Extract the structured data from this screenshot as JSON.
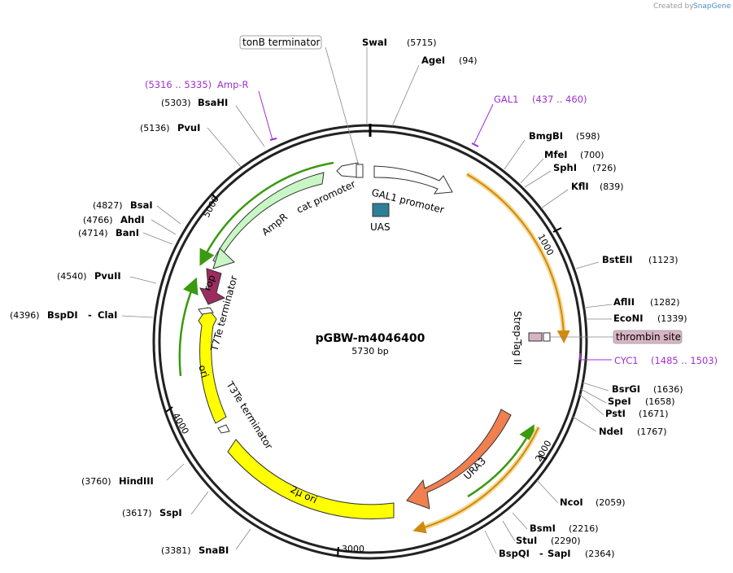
{
  "watermark": {
    "created_by": "Created by",
    "brand": "SnapGene"
  },
  "plasmid": {
    "name": "pGBW-m4046400",
    "size": "5730 bp",
    "length": 5730
  },
  "ticks": [
    "1000",
    "2000",
    "3000",
    "4000",
    "5000"
  ],
  "enzymes": [
    {
      "name": "SwaI",
      "pos": "(5715)"
    },
    {
      "name": "AgeI",
      "pos": "(94)"
    },
    {
      "name": "BmgBI",
      "pos": "(598)"
    },
    {
      "name": "MfeI",
      "pos": "(700)"
    },
    {
      "name": "SphI",
      "pos": "(726)"
    },
    {
      "name": "KflI",
      "pos": "(839)"
    },
    {
      "name": "BstEII",
      "pos": "(1123)"
    },
    {
      "name": "AflII",
      "pos": "(1282)"
    },
    {
      "name": "EcoNI",
      "pos": "(1339)"
    },
    {
      "name": "BsrGI",
      "pos": "(1636)"
    },
    {
      "name": "SpeI",
      "pos": "(1658)"
    },
    {
      "name": "PstI",
      "pos": "(1671)"
    },
    {
      "name": "NdeI",
      "pos": "(1767)"
    },
    {
      "name": "NcoI",
      "pos": "(2059)"
    },
    {
      "name": "BsmI",
      "pos": "(2216)"
    },
    {
      "name": "StuI",
      "pos": "(2290)"
    },
    {
      "name": "BspQI",
      "name2": "SapI",
      "sep": "-",
      "pos": "(2364)"
    },
    {
      "name": "SnaBI",
      "pos": "(3381)"
    },
    {
      "name": "SspI",
      "pos": "(3617)"
    },
    {
      "name": "HindIII",
      "pos": "(3760)"
    },
    {
      "name": "BspDI",
      "name2": "ClaI",
      "sep": "-",
      "pos": "(4396)"
    },
    {
      "name": "PvuII",
      "pos": "(4540)"
    },
    {
      "name": "BanI",
      "pos": "(4714)"
    },
    {
      "name": "AhdI",
      "pos": "(4766)"
    },
    {
      "name": "BsaI",
      "pos": "(4827)"
    },
    {
      "name": "PvuI",
      "pos": "(5136)"
    },
    {
      "name": "BsaHI",
      "pos": "(5303)"
    }
  ],
  "primers": [
    {
      "range": "(5316 .. 5335)",
      "name": "Amp-R"
    },
    {
      "name": "GAL1",
      "range": "(437 .. 460)"
    },
    {
      "name": "CYC1",
      "range": "(1485 .. 1503)"
    }
  ],
  "features": {
    "tonB": "tonB terminator",
    "gal1_promoter": "GAL1 promoter",
    "uas": "UAS",
    "ampr": "AmpR",
    "cat_promoter": "cat promoter",
    "rop": "rop",
    "t7te": "T7Te terminator",
    "ori": "ori",
    "t3te": "T3Te terminator",
    "two_micron": "2μ ori",
    "ura3": "URA3",
    "strep": "Strep-Tag II",
    "thrombin": "thrombin site"
  },
  "colors": {
    "ampr": "#c8f7c5",
    "rop": "#9b2d5e",
    "ori": "#ffff00",
    "ura3": "#f08050",
    "uas": "#2e7f98",
    "primer": "#a030d0",
    "orf_green": "#3a9a10",
    "orf_orange": "#d08a10",
    "thrombin": "#d8b4c4"
  }
}
